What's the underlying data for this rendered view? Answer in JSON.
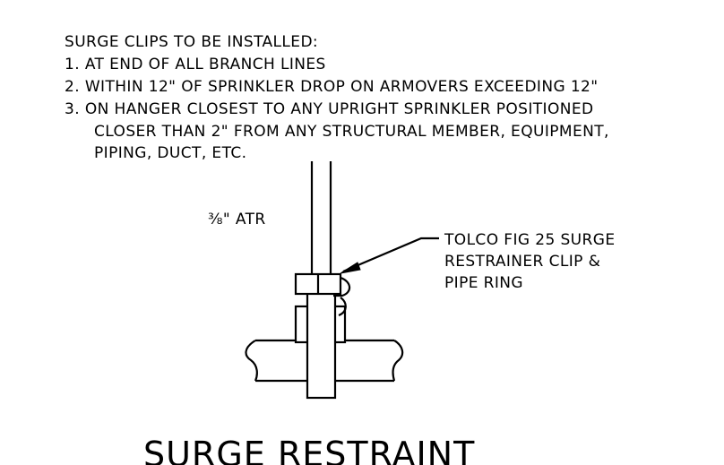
{
  "notes": {
    "heading": "SURGE CLIPS TO BE INSTALLED:",
    "item1": "1. AT END OF ALL BRANCH LINES",
    "item2": "2. WITHIN 12\" OF SPRINKLER DROP ON ARMOVERS EXCEEDING 12\"",
    "item3_line1": "3. ON HANGER CLOSEST TO ANY UPRIGHT SPRINKLER POSITIONED",
    "item3_line2": "CLOSER THAN 2\" FROM ANY STRUCTURAL MEMBER, EQUIPMENT,",
    "item3_line3": "PIPING, DUCT, ETC."
  },
  "labels": {
    "rod": "⅜\" ATR",
    "clip_line1": "TOLCO FIG 25 SURGE",
    "clip_line2": "RESTRAINER CLIP &",
    "clip_line3": "PIPE RING"
  },
  "title": "SURGE RESTRAINT",
  "colors": {
    "ink": "#000000",
    "background": "#ffffff"
  }
}
